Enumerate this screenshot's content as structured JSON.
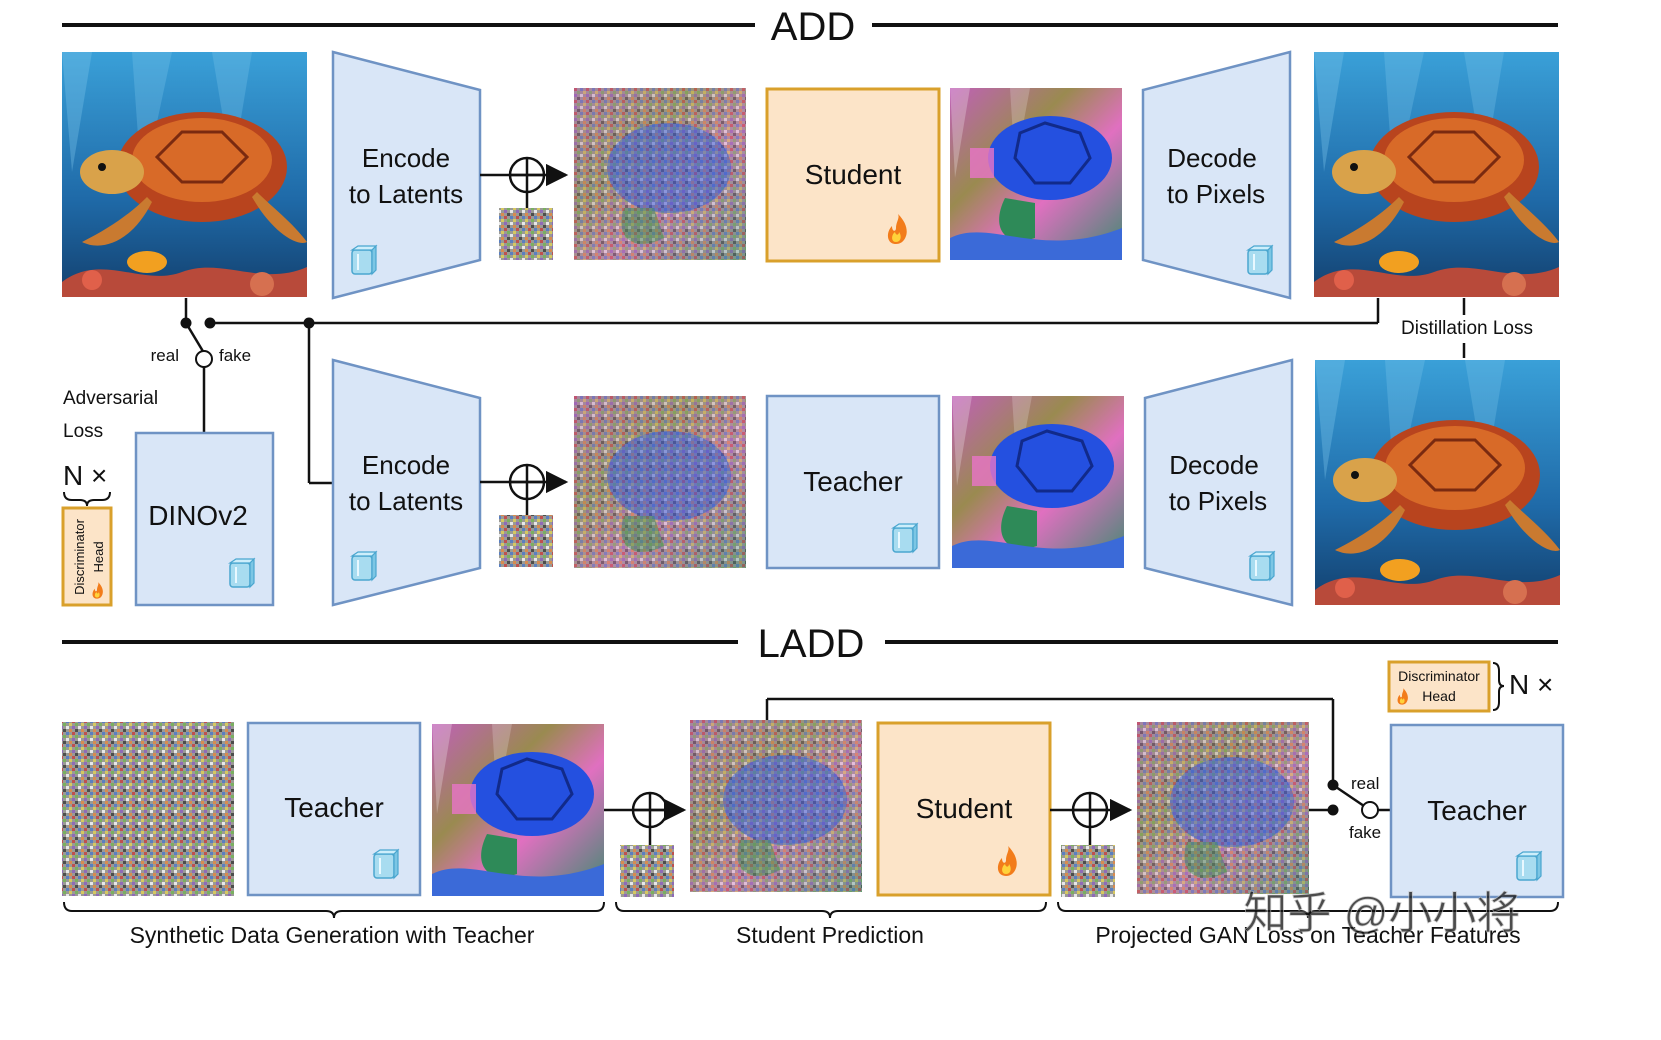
{
  "sections": {
    "add": "ADD",
    "ladd": "LADD"
  },
  "modules": {
    "encode": [
      "Encode",
      "to Latents"
    ],
    "decode": [
      "Decode",
      "to Pixels"
    ],
    "student": "Student",
    "teacher": "Teacher",
    "dinov2": "DINOv2",
    "discriminator_head": [
      "Discriminator",
      "Head"
    ]
  },
  "labels": {
    "real": "real",
    "fake": "fake",
    "adversarial_loss": [
      "Adversarial",
      "Loss"
    ],
    "distillation_loss": "Distillation Loss",
    "n_times": "N ×"
  },
  "stages": {
    "synthetic": "Synthetic Data Generation with Teacher",
    "student_prediction": "Student Prediction",
    "projected_gan": "Projected GAN Loss on Teacher Features"
  },
  "watermark": "知乎 @小小将",
  "icons": {
    "frozen": "ice-cube-icon",
    "trainable": "flame-icon"
  },
  "colors": {
    "frozen_fill": "#d9e6f7",
    "frozen_stroke": "#6f93c4",
    "trainable_fill": "#fce4c8",
    "trainable_stroke": "#d9a02b"
  }
}
